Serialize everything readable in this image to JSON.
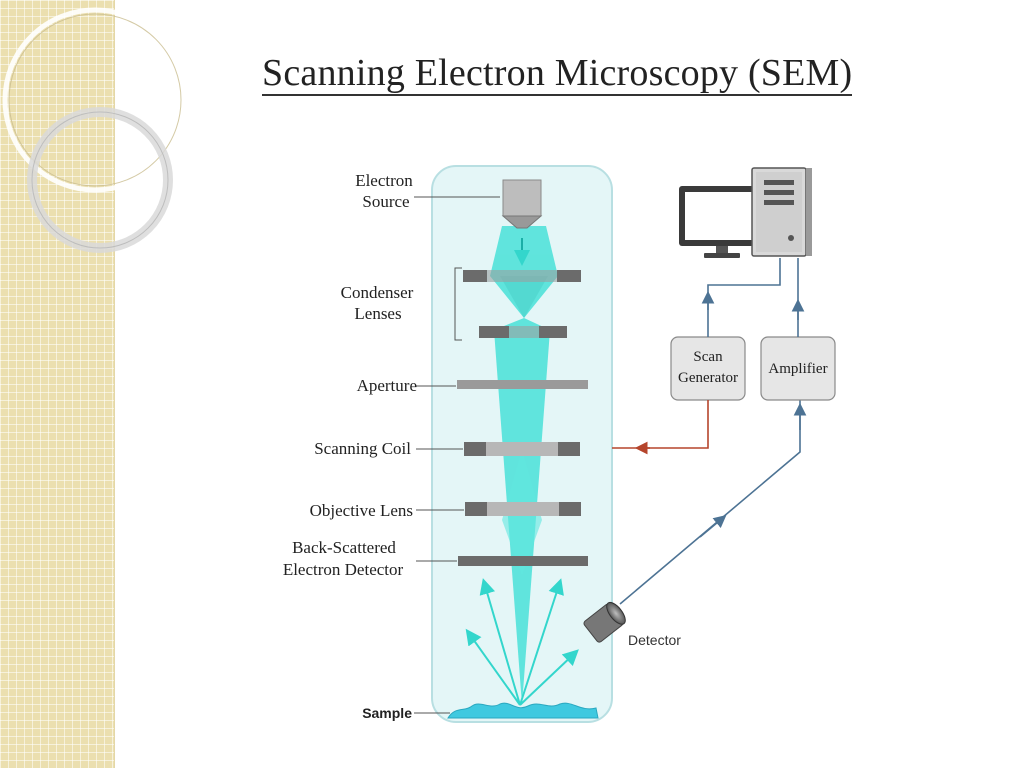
{
  "slide": {
    "title": "Scanning Electron Microscopy (SEM)"
  },
  "diagram": {
    "labels": {
      "electron_source": [
        "Electron",
        "Source"
      ],
      "condenser_lenses": [
        "Condenser",
        "Lenses"
      ],
      "aperture": "Aperture",
      "scanning_coil": "Scanning Coil",
      "objective_lens": "Objective Lens",
      "back_scattered_detector": [
        "Back-Scattered",
        "Electron Detector"
      ],
      "sample": "Sample",
      "detector": "Detector",
      "scan_generator": [
        "Scan",
        "Generator"
      ],
      "amplifier": "Amplifier"
    },
    "colors": {
      "beam": "#3fe0d6",
      "column": "#e4f6f7",
      "lens": "#6b6b6b",
      "signal_line": "#4d7394",
      "scan_line": "#b5452c",
      "sidebar": "#ebdfaf"
    },
    "icons": [
      "computer-monitor-icon",
      "computer-tower-icon",
      "detector-icon"
    ]
  }
}
